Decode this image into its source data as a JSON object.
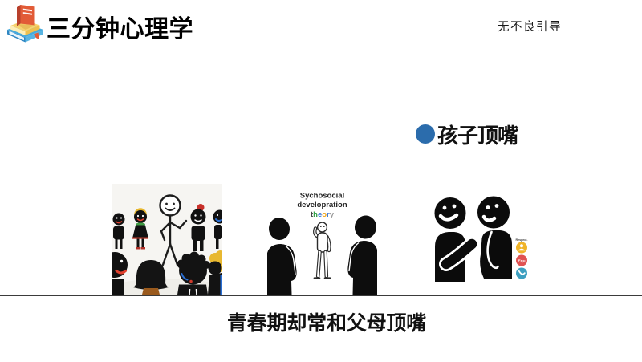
{
  "slide": {
    "brand": "三分钟心理学",
    "watermark": "无不良引导",
    "bullet": {
      "label": "孩子顶嘴",
      "color": "#2b6cac"
    },
    "caption": "青春期却常和父母顶嘴",
    "divider_color": "#3b3b3b"
  },
  "illustrations": {
    "theory_card": {
      "line1": "Sychosocial",
      "line2": "developration",
      "theory_letters": [
        {
          "ch": "t",
          "color": "#444444"
        },
        {
          "ch": "h",
          "color": "#35a04a"
        },
        {
          "ch": "e",
          "color": "#3b78d8"
        },
        {
          "ch": "o",
          "color": "#f2a71b"
        },
        {
          "ch": "r",
          "color": "#3b78d8"
        },
        {
          "ch": "y",
          "color": "#9a9a9a"
        }
      ]
    },
    "handshake_card": {
      "label": "Respect.",
      "badges": [
        {
          "name": "user-badge",
          "color": "#f0b429"
        },
        {
          "name": "equ-badge",
          "color": "#e05252",
          "text": "Equ"
        },
        {
          "name": "phone-badge",
          "color": "#3d9fc0"
        }
      ]
    }
  }
}
